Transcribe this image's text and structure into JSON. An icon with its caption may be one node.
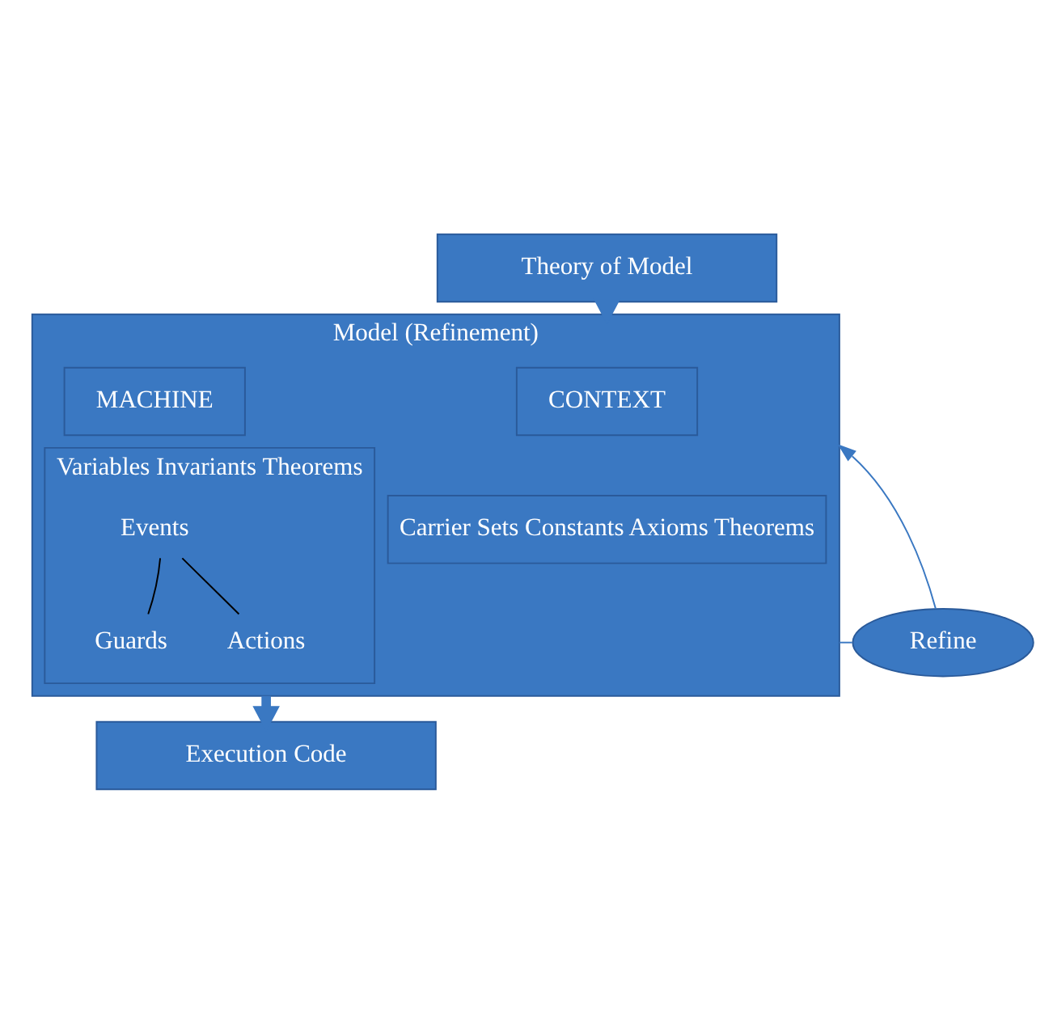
{
  "diagram": {
    "nodes": [
      {
        "text": [
          "Theory of Model"
        ]
      },
      {
        "text": [
          "Model (Refinement)"
        ]
      },
      {
        "text": [
          "CONTEXT"
        ],
        "in": 1
      },
      {
        "text": [
          "MACHINE"
        ],
        "in": 1
      },
      {
        "text": [
          "Carrier Sets Constants Axioms Theorems"
        ],
        "in": 1
      },
      {
        "text": [
          "Variables Invariants Theorems"
        ],
        "in": 1
      },
      {
        "text": [
          "Events"
        ],
        "in": 5
      },
      {
        "text": [
          "Guards"
        ],
        "in": 5
      },
      {
        "text": [
          "Actions"
        ],
        "in": 5
      },
      {
        "text": [
          "Refine"
        ]
      },
      {
        "text": [
          "Execution Code"
        ]
      }
    ],
    "edges": [
      {
        "from": 0,
        "to": 1,
        "arrow": "to",
        "style": "thick"
      },
      {
        "from": 1,
        "to": 10,
        "arrow": "to",
        "style": "thick"
      },
      {
        "from": 1,
        "to": 9,
        "arrow": "none"
      },
      {
        "from": 9,
        "to": 1,
        "arrow": "to"
      },
      {
        "from": 6,
        "to": 7,
        "arrow": "none",
        "color": "#000000"
      },
      {
        "from": 6,
        "to": 8,
        "arrow": "none",
        "color": "#000000"
      }
    ]
  }
}
